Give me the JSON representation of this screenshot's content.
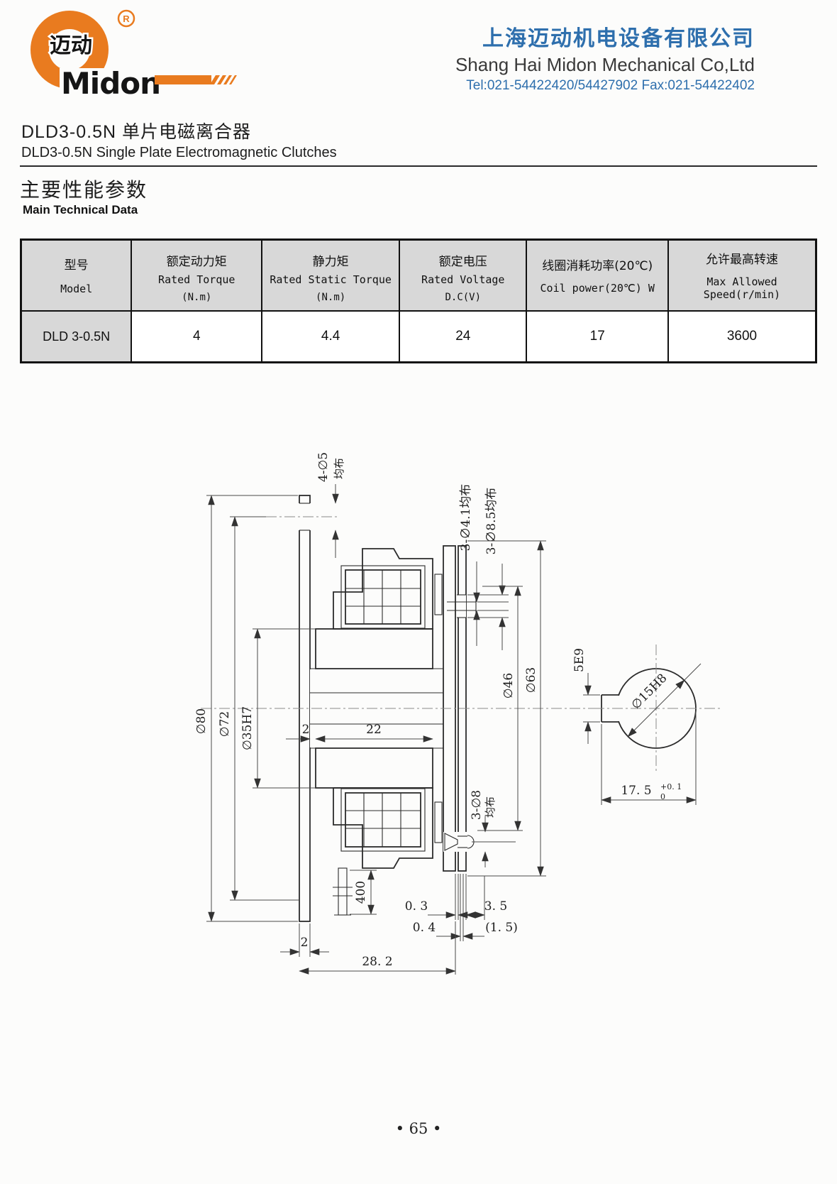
{
  "header": {
    "logo": {
      "brand": "Midon",
      "cn": "迈动",
      "registered": "R"
    },
    "company_cn": "上海迈动机电设备有限公司",
    "company_en": "Shang Hai Midon Mechanical Co,Ltd",
    "contact": "Tel:021-54422420/54427902 Fax:021-54422402"
  },
  "title": {
    "product_cn": "DLD3-0.5N 单片电磁离合器",
    "product_en": "DLD3-0.5N    Single Plate Electromagnetic Clutches",
    "section_cn": "主要性能参数",
    "section_en": "Main Technical Data"
  },
  "table": {
    "columns": [
      {
        "cn": "型号",
        "en": "Model",
        "unit": ""
      },
      {
        "cn": "额定动力矩",
        "en": "Rated Torque",
        "unit": "(N.m)"
      },
      {
        "cn": "静力矩",
        "en": "Rated Static Torque",
        "unit": "(N.m)"
      },
      {
        "cn": "额定电压",
        "en": "Rated Voltage",
        "unit": "D.C(V)"
      },
      {
        "cn": "线圈消耗功率(20℃)",
        "en": "Coil  power(20℃) W",
        "unit": ""
      },
      {
        "cn": "允许最高转速",
        "en": "Max Allowed Speed(r/min)",
        "unit": ""
      }
    ],
    "rows": [
      [
        "DLD 3-0.5N",
        "4",
        "4.4",
        "24",
        "17",
        "3600"
      ]
    ]
  },
  "drawing": {
    "dims": {
      "top_holes": "4-∅5",
      "top_holes_note": "均布",
      "rivet_small": "3-∅4.1均布",
      "rivet_head": "3-∅8.5均布",
      "dia80": "∅80",
      "dia72": "∅72",
      "dia35": "∅35H7",
      "dia46": "∅46",
      "dia63": "∅63",
      "hub_gap": "2",
      "hub_len": "22",
      "disc_holes": "3-∅8",
      "disc_holes_note": "均布",
      "wire_len": "400",
      "t03": "0. 3",
      "t35": "3. 5",
      "t04": "0. 4",
      "t15": "(1. 5)",
      "flange_t": "2",
      "total_len": "28. 2",
      "keyway": "5E9",
      "bore": "∅15H8",
      "across": "17. 5",
      "tol_plus": "+0. 1",
      "tol_zero": "0"
    }
  },
  "footer": {
    "page": "• 65 •"
  }
}
